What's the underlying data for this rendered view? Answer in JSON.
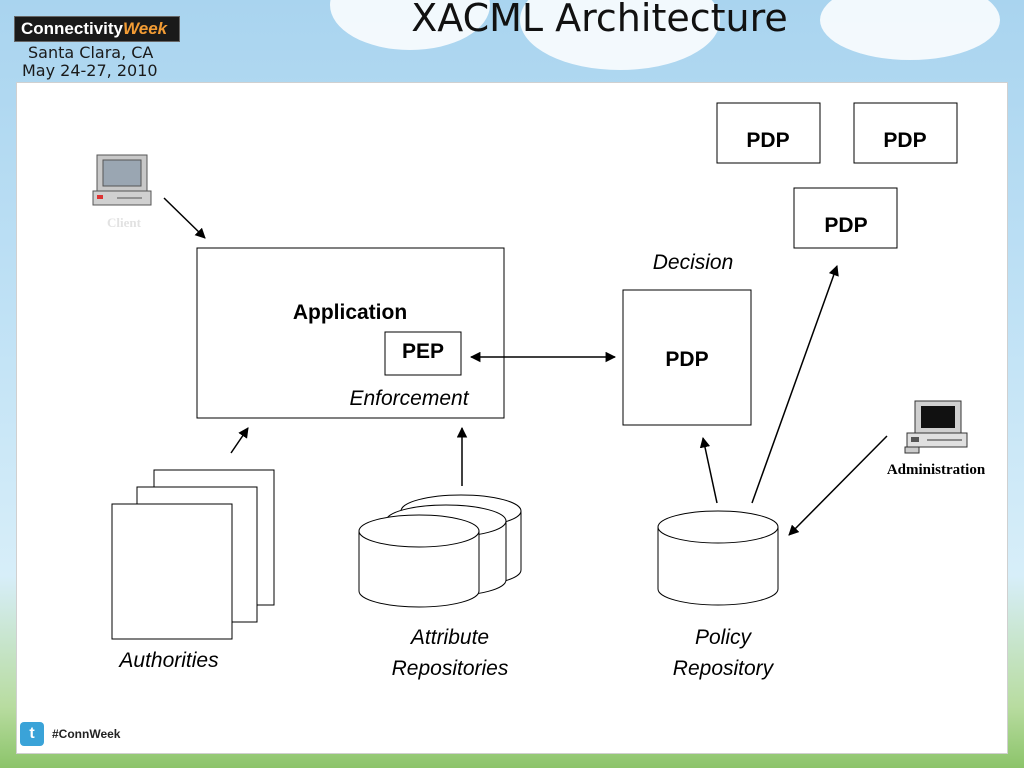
{
  "slide": {
    "title": "XACML Architecture"
  },
  "logo": {
    "brand_main": "Connectivity",
    "brand_accent": "Week",
    "location": "Santa Clara, CA",
    "dates": "May 24-27, 2010"
  },
  "footer": {
    "hashtag": "#ConnWeek",
    "icon": "twitter-icon"
  },
  "diagram": {
    "client_label": "Client",
    "application_label": "Application",
    "pep_label": "PEP",
    "enforcement_label": "Enforcement",
    "decision_label": "Decision",
    "pdp_label": "PDP",
    "administration_label": "Administration",
    "authorities_label": "Authorities",
    "attribute_repos_line1": "Attribute",
    "attribute_repos_line2": "Repositories",
    "policy_repo_line1": "Policy",
    "policy_repo_line2": "Repository"
  },
  "colors": {
    "accent_orange": "#f39c34",
    "twitter_blue": "#3aa3d8"
  }
}
